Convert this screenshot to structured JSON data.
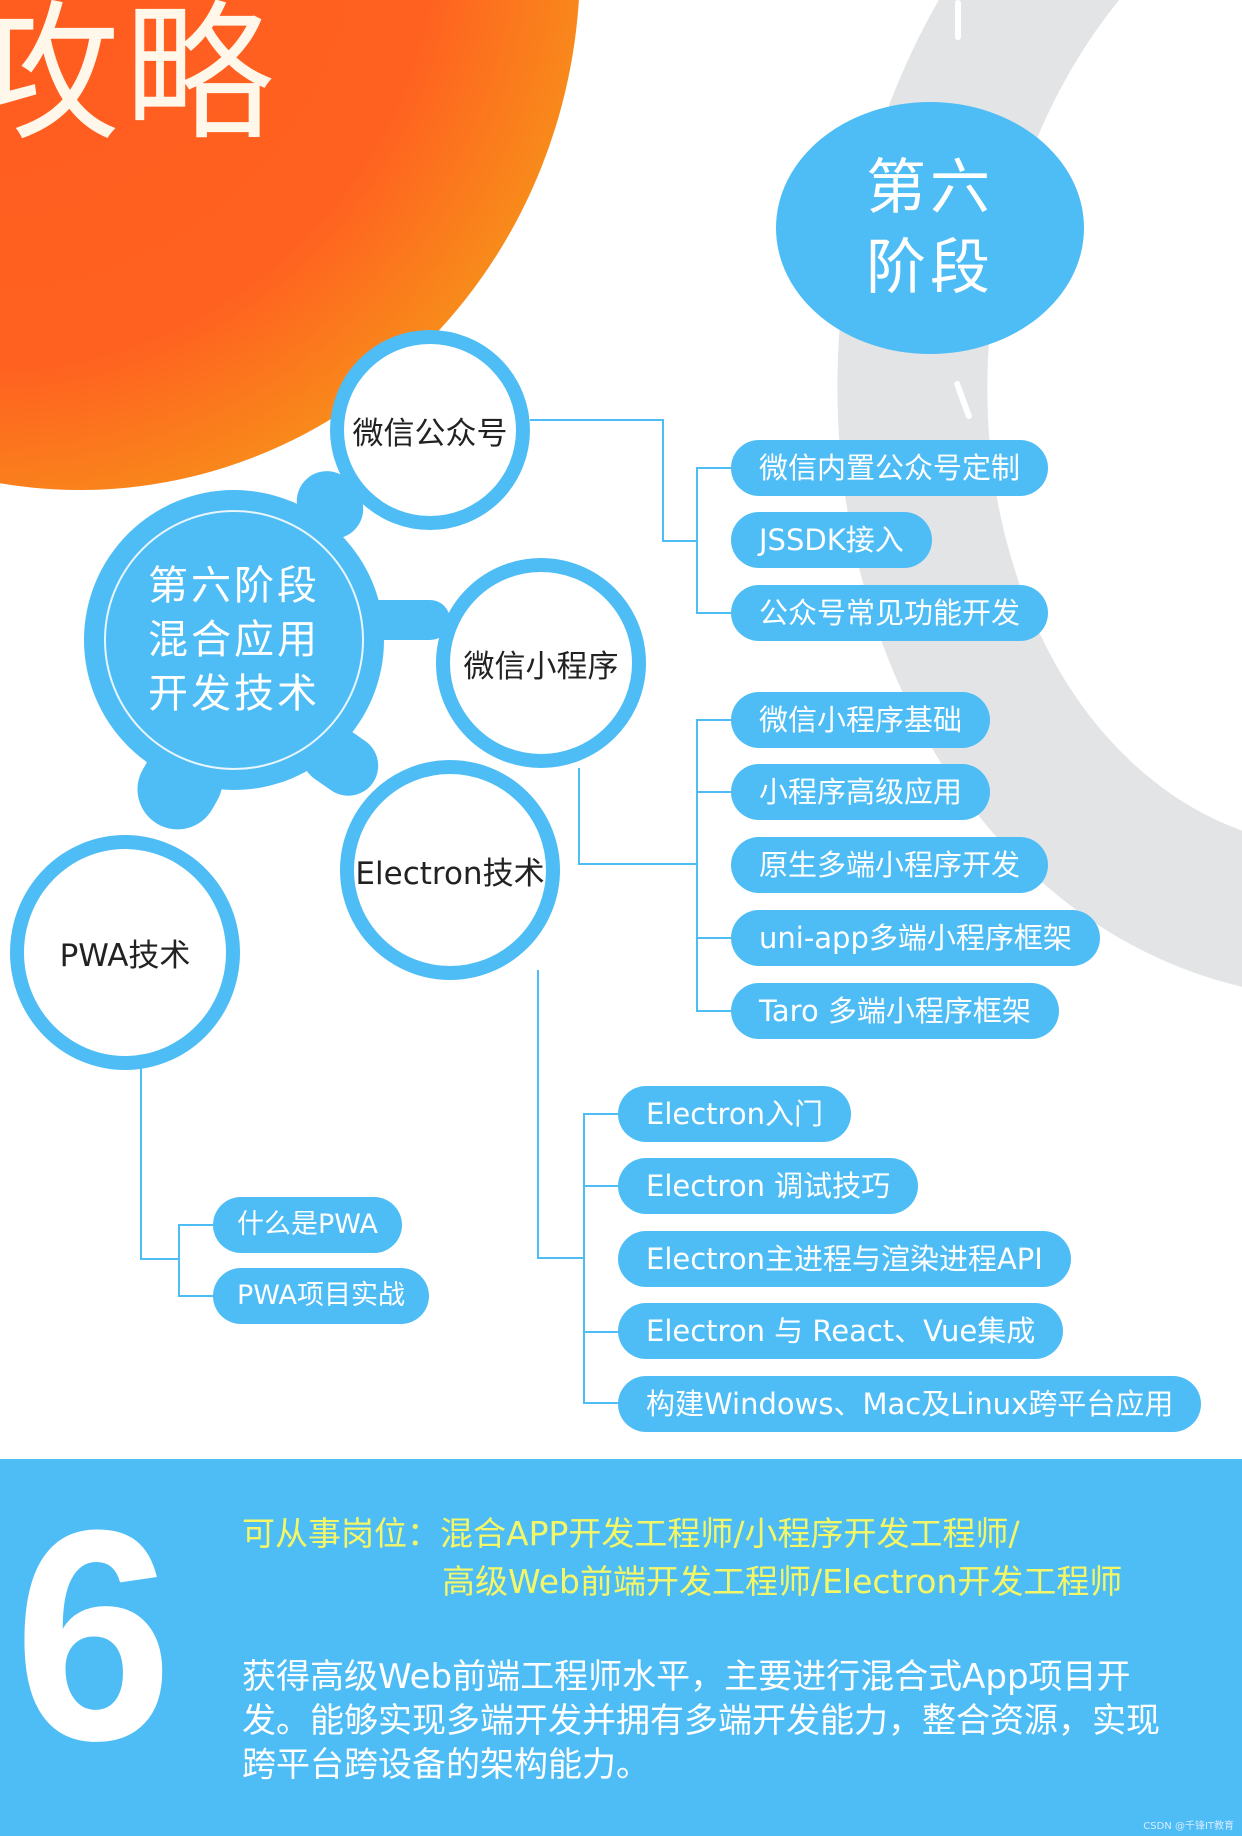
{
  "header": {
    "title_fragment": "攻略",
    "stage_badge": [
      "第六",
      "阶段"
    ]
  },
  "mindmap": {
    "center": [
      "第六阶段",
      "混合应用",
      "开发技术"
    ],
    "branches": [
      {
        "label": "微信公众号",
        "items": [
          "微信内置公众号定制",
          "JSSDK接入",
          "公众号常见功能开发"
        ]
      },
      {
        "label": "微信小程序",
        "items": [
          "微信小程序基础",
          "小程序高级应用",
          "原生多端小程序开发",
          "uni-app多端小程序框架",
          "Taro 多端小程序框架"
        ]
      },
      {
        "label": "Electron技术",
        "items": [
          "Electron入门",
          "Electron 调试技巧",
          "Electron主进程与渲染进程API",
          "Electron 与 React、Vue集成",
          "构建Windows、Mac及Linux跨平台应用"
        ]
      },
      {
        "label": "PWA技术",
        "items": [
          "什么是PWA",
          "PWA项目实战"
        ]
      }
    ]
  },
  "footer": {
    "stage_number": "6",
    "jobs_line1": "可从事岗位：混合APP开发工程师/小程序开发工程师/",
    "jobs_line2": "高级Web前端开发工程师/Electron开发工程师",
    "description": "获得高级Web前端工程师水平，主要进行混合式App项目开发。能够实现多端开发并拥有多端开发能力，整合资源，实现跨平台跨设备的架构能力。",
    "credit": "CSDN @千锋IT教育"
  },
  "colors": {
    "accent_blue": "#4fbdf5",
    "sun_orange": "#ff5a1f",
    "job_yellow": "#f5f766",
    "road_gray": "#e3e4e6"
  }
}
